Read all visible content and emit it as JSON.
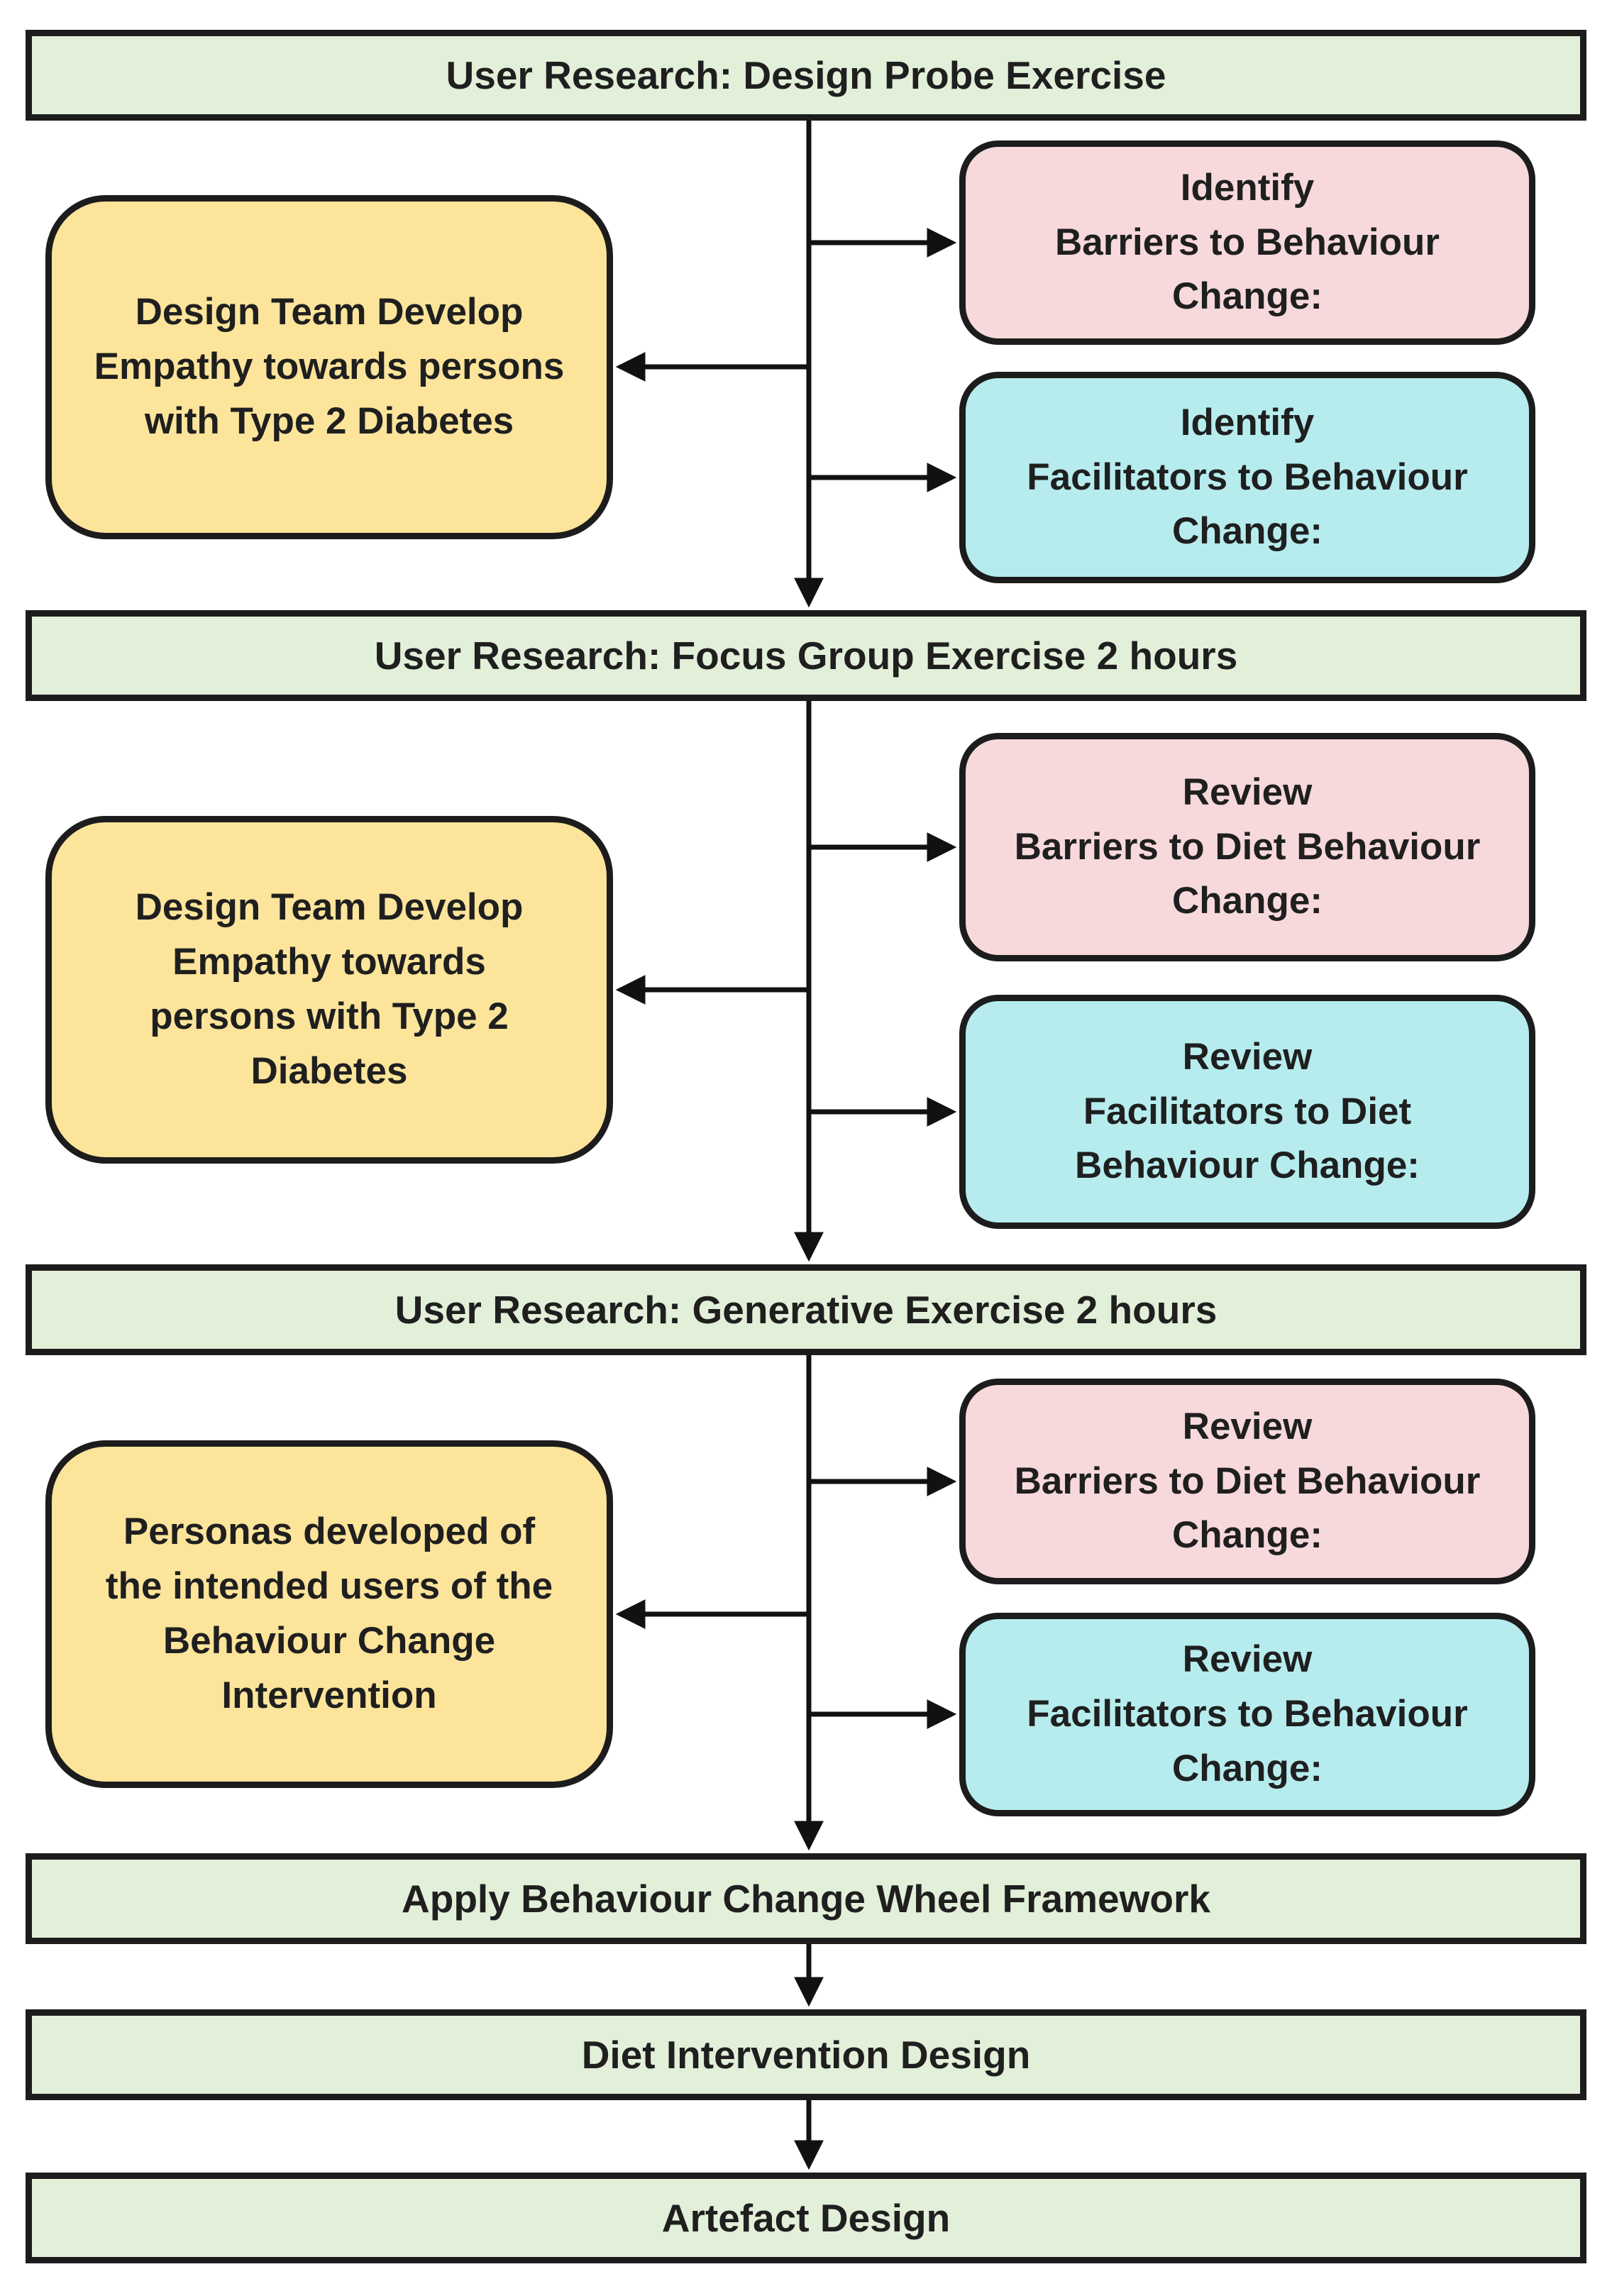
{
  "title": "Behaviour change intervention design flowchart",
  "colors": {
    "background": "#ffffff",
    "bar_fill": "#e2efd9",
    "yellow_fill": "#fce49b",
    "pink_fill": "#f7d9db",
    "cyan_fill": "#b6ecee",
    "border": "#1c1c1c",
    "line": "#111111",
    "text": "#1f1f1f"
  },
  "bars": [
    {
      "label": "User Research: Design Probe Exercise"
    },
    {
      "label": "User Research: Focus Group Exercise 2 hours"
    },
    {
      "label": "User Research: Generative Exercise 2 hours"
    },
    {
      "label": "Apply Behaviour Change Wheel Framework"
    },
    {
      "label": "Diet Intervention Design"
    },
    {
      "label": "Artefact Design"
    }
  ],
  "sections": [
    {
      "yellow": "Design Team Develop\nEmpathy towards persons\nwith Type 2 Diabetes",
      "pink": "Identify\nBarriers to Behaviour\nChange:",
      "cyan": "Identify\nFacilitators to Behaviour\nChange:"
    },
    {
      "yellow": "Design Team Develop\nEmpathy towards\npersons with Type 2\nDiabetes",
      "pink": "Review\nBarriers to Diet Behaviour\nChange:",
      "cyan": "Review\nFacilitators to Diet\nBehaviour Change:"
    },
    {
      "yellow": "Personas developed of\nthe intended users of the\nBehaviour Change\nIntervention",
      "pink": "Review\nBarriers to Diet Behaviour\nChange:",
      "cyan": "Review\nFacilitators to Behaviour\nChange:"
    }
  ]
}
